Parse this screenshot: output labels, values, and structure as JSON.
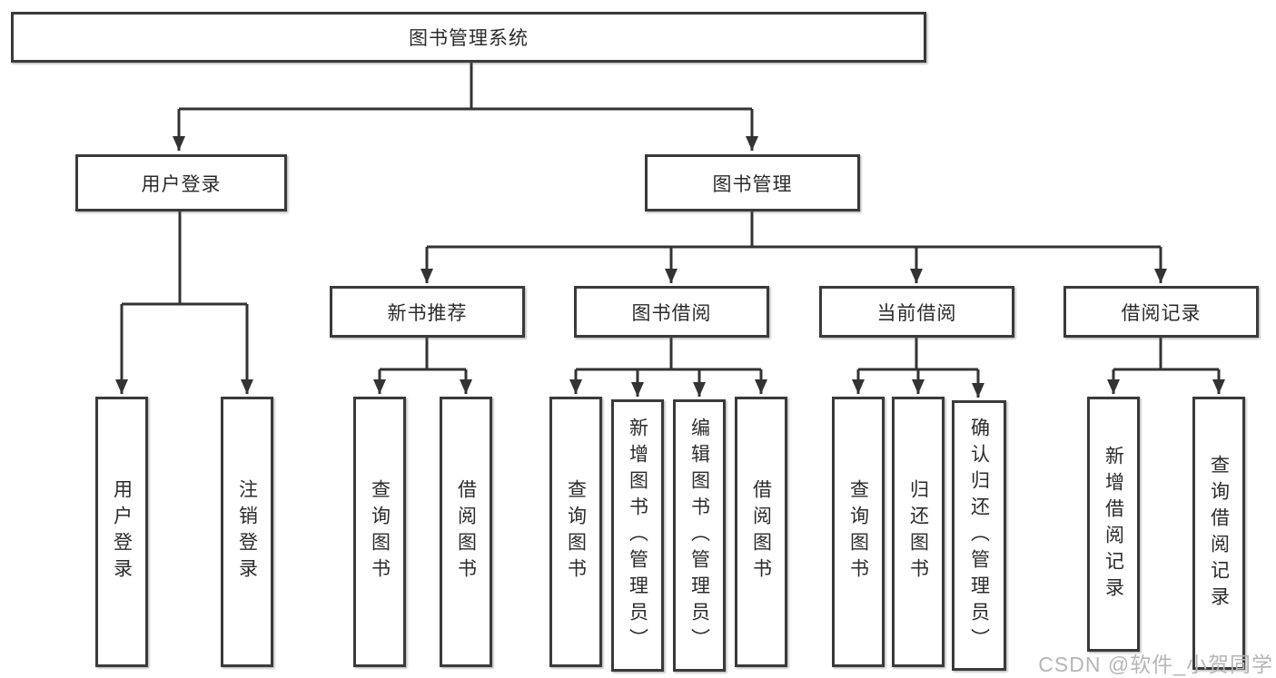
{
  "diagram": {
    "root": {
      "label": "图书管理系统"
    },
    "user_login": {
      "label": "用户登录",
      "children": [
        {
          "label": "用户登录"
        },
        {
          "label": "注销登录"
        }
      ]
    },
    "book_mgmt": {
      "label": "图书管理"
    },
    "groups": [
      {
        "label": "新书推荐",
        "children": [
          {
            "label": "查询图书"
          },
          {
            "label": "借阅图书"
          }
        ]
      },
      {
        "label": "图书借阅",
        "children": [
          {
            "label": "查询图书"
          },
          {
            "label": "新增图书（管理员）"
          },
          {
            "label": "编辑图书（管理员）"
          },
          {
            "label": "借阅图书"
          }
        ]
      },
      {
        "label": "当前借阅",
        "children": [
          {
            "label": "查询图书"
          },
          {
            "label": "归还图书"
          },
          {
            "label": "确认归还（管理员）"
          }
        ]
      },
      {
        "label": "借阅记录",
        "children": [
          {
            "label": "新增借阅记录"
          },
          {
            "label": "查询借阅记录"
          }
        ]
      }
    ]
  },
  "watermark": {
    "text": "CSDN @软件_小贺同学",
    "color": "#b5b5b5"
  },
  "colors": {
    "line": "#333333",
    "box_border": "#3a3a3a",
    "box_fill": "#ffffff",
    "text": "#2b2b2b",
    "background": "#ffffff"
  }
}
